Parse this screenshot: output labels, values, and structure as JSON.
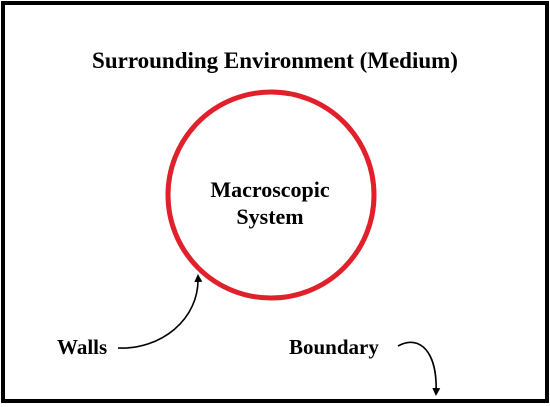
{
  "labels": {
    "environment": "Surrounding Environment (Medium)",
    "system_line1": "Macroscopic",
    "system_line2": "System",
    "walls": "Walls",
    "boundary": "Boundary"
  },
  "colors": {
    "system_boundary": "#e0202a",
    "frame": "#000000",
    "text": "#000000",
    "background": "#ffffff"
  }
}
